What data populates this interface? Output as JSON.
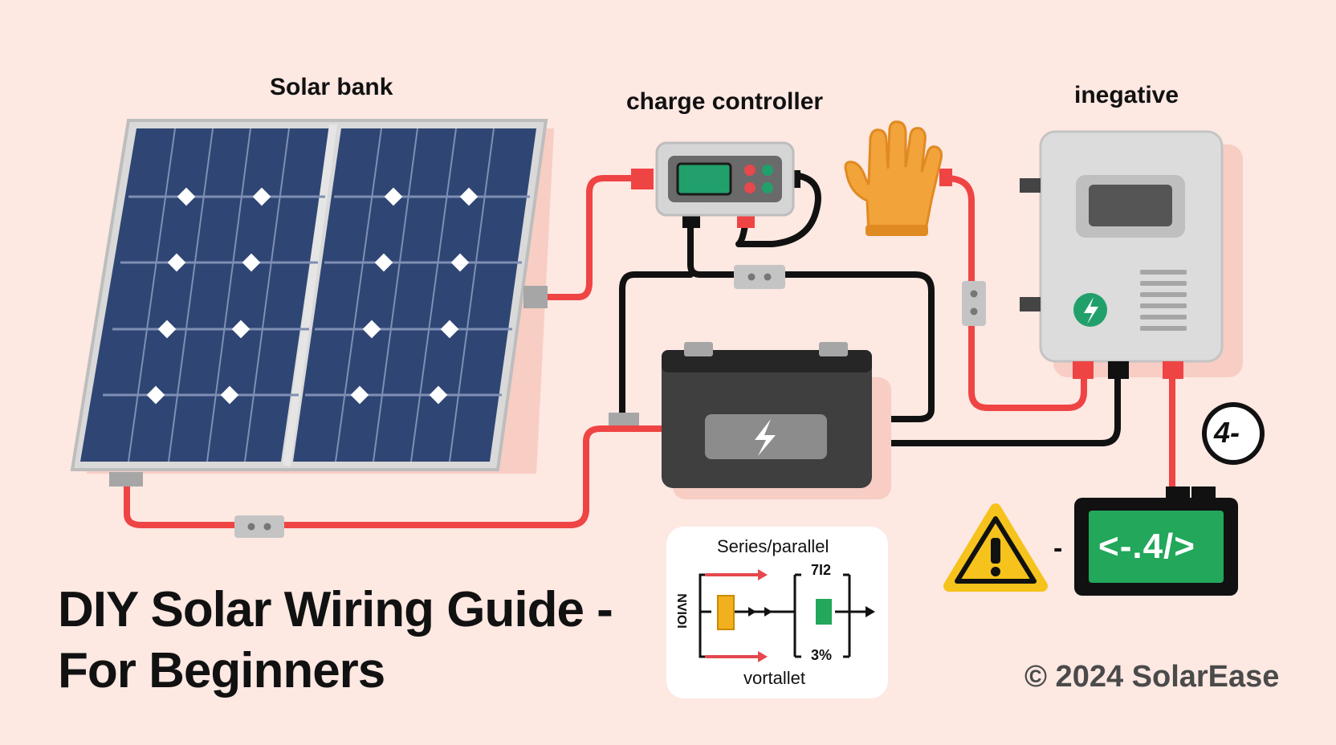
{
  "labels": {
    "solar_bank": "Solar bank",
    "charge_controller": "charge controller",
    "inverter": "inegative"
  },
  "title": {
    "line1": "DIY Solar Wiring Guide -",
    "line2": "For Beginners"
  },
  "inset": {
    "top_label": "Series/parallel",
    "bottom_label": "vortallet",
    "left_label": "NVIOI",
    "right_top_label": "7I2",
    "right_bottom_label": "3%"
  },
  "symbols": {
    "circle_glyph": "4-",
    "battery_glyph": "<-.4/>",
    "dash": "-"
  },
  "copyright": "© 2024 SolarEase",
  "colors": {
    "background": "#fde8e2",
    "wire_positive": "#ef4444",
    "wire_negative": "#111111",
    "panel_cell": "#2f4674",
    "controller_screen": "#22a06b",
    "glove": "#f2a33a",
    "warning": "#f6c21c",
    "small_battery": "#22a75b"
  },
  "icons": [
    "solar-panel-icon",
    "charge-controller-icon",
    "glove-icon",
    "inverter-icon",
    "battery-icon",
    "warning-icon",
    "lightning-icon",
    "connector-icon"
  ]
}
